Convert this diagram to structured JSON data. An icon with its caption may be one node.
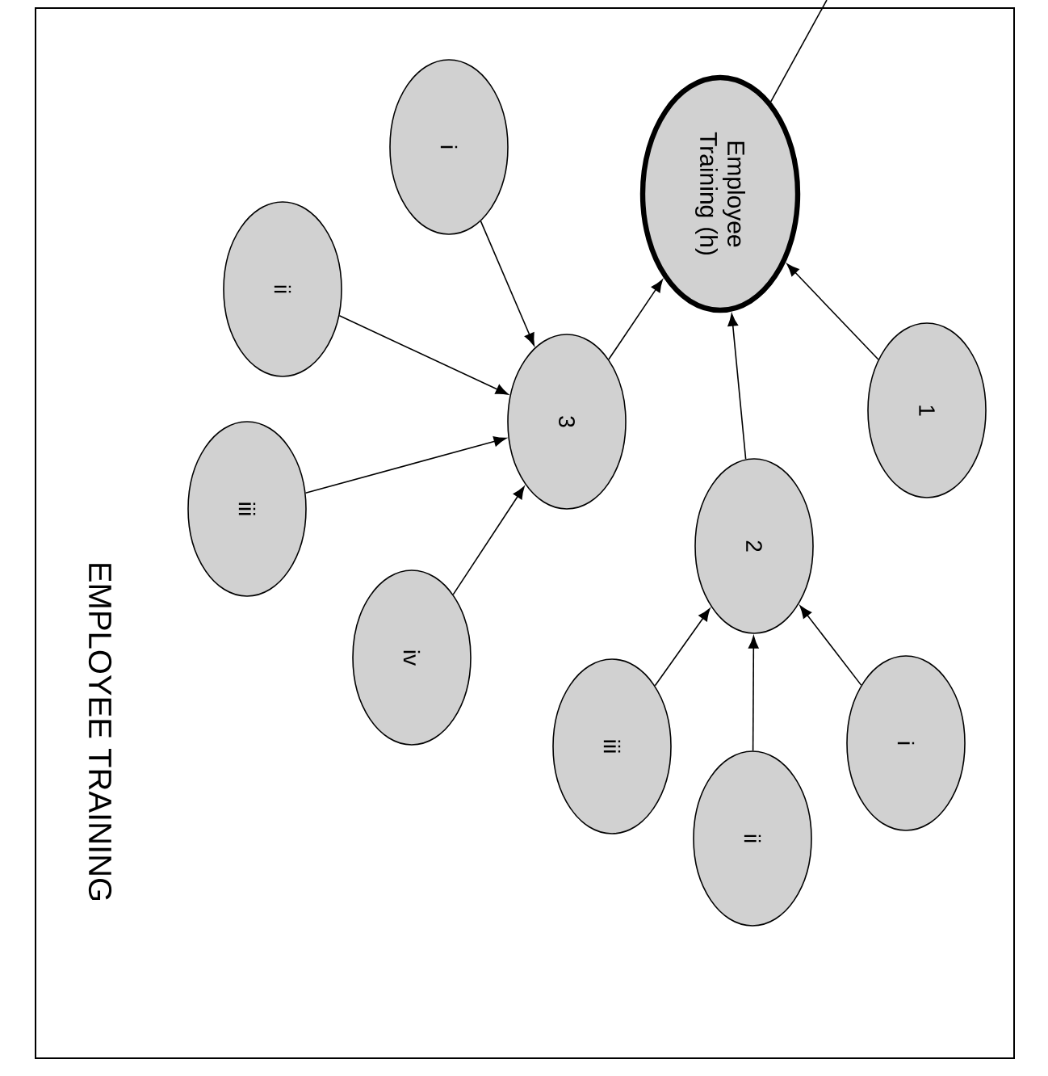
{
  "diagram": {
    "title": "EMPLOYEE TRAINING",
    "nodes": [
      {
        "text": [
          "Employee Training (h)"
        ]
      },
      {
        "text": [
          "1"
        ]
      },
      {
        "text": [
          "2"
        ]
      },
      {
        "text": [
          "i"
        ]
      },
      {
        "text": [
          "ii"
        ]
      },
      {
        "text": [
          "iii"
        ]
      },
      {
        "text": [
          "3"
        ]
      },
      {
        "text": [
          "i"
        ]
      },
      {
        "text": [
          "ii"
        ]
      },
      {
        "text": [
          "iii"
        ]
      },
      {
        "text": [
          "iv"
        ]
      }
    ],
    "edges": [
      {
        "from": 0,
        "to": null,
        "arrow": "none"
      },
      {
        "from": 1,
        "to": 0,
        "arrow": "to"
      },
      {
        "from": 2,
        "to": 0,
        "arrow": "to"
      },
      {
        "from": 6,
        "to": 0,
        "arrow": "to"
      },
      {
        "from": 3,
        "to": 2,
        "arrow": "to"
      },
      {
        "from": 4,
        "to": 2,
        "arrow": "to"
      },
      {
        "from": 5,
        "to": 2,
        "arrow": "to"
      },
      {
        "from": 7,
        "to": 6,
        "arrow": "to"
      },
      {
        "from": 8,
        "to": 6,
        "arrow": "to"
      },
      {
        "from": 9,
        "to": 6,
        "arrow": "to"
      },
      {
        "from": 10,
        "to": 6,
        "arrow": "to"
      }
    ]
  }
}
